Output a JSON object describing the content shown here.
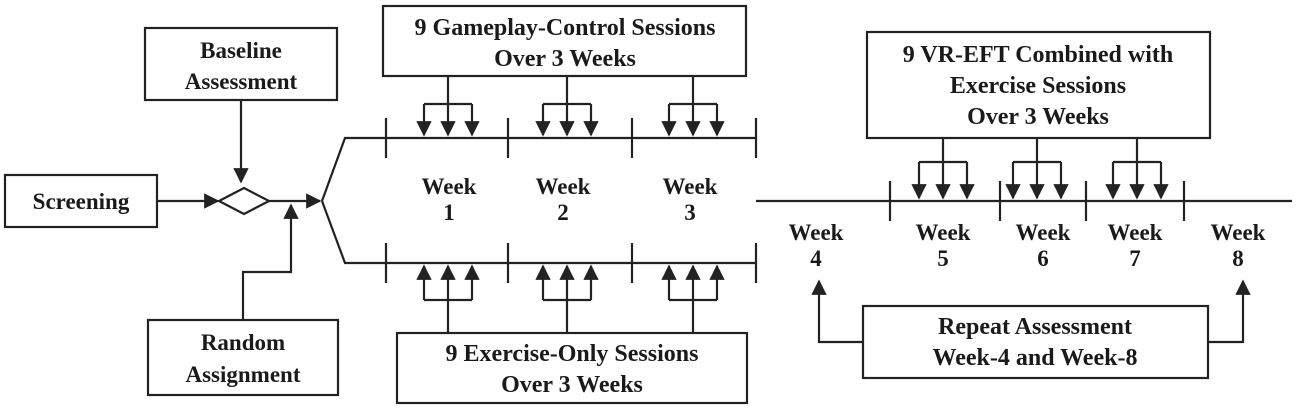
{
  "boxes": {
    "screening": "Screening",
    "baseline": [
      "Baseline",
      "Assessment"
    ],
    "random": [
      "Random",
      "Assignment"
    ],
    "gameplay": [
      "9 Gameplay-Control Sessions",
      "Over 3 Weeks"
    ],
    "exercise_only": [
      "9 Exercise-Only Sessions",
      "Over 3 Weeks"
    ],
    "vr_eft": [
      "9 VR-EFT Combined with",
      "Exercise Sessions",
      "Over 3 Weeks"
    ],
    "repeat": [
      "Repeat Assessment",
      "Week-4 and Week-8"
    ]
  },
  "weeks": [
    [
      "Week",
      "1"
    ],
    [
      "Week",
      "2"
    ],
    [
      "Week",
      "3"
    ],
    [
      "Week",
      "4"
    ],
    [
      "Week",
      "5"
    ],
    [
      "Week",
      "6"
    ],
    [
      "Week",
      "7"
    ],
    [
      "Week",
      "8"
    ]
  ],
  "colors": {
    "stroke": "#222222",
    "text": "#1a1a1a",
    "background": "#ffffff"
  }
}
